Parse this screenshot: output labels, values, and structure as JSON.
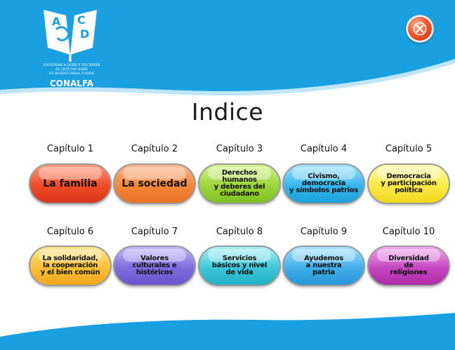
{
  "logo": {
    "letters": [
      "A",
      "B",
      "C",
      "D"
    ],
    "tagline": [
      "ENSEÑAR A LEER Y ESCRIBIR",
      "AL QUE NO SABE",
      "ES BUENO PARA TODOS"
    ],
    "name": "CONALFA"
  },
  "header": {
    "close_icon": "close-x-icon"
  },
  "title": "Indice",
  "colors": {
    "header_blue": "#1a9fe0",
    "close_red": "#e8431f",
    "red": "#f04a28",
    "orange": "#f3863c",
    "green": "#9bd43a",
    "blue": "#37b6ea",
    "yellow": "#fbe94a",
    "gold": "#f9c03a",
    "violet": "#7f6cdc",
    "teal": "#3ec6d8",
    "sky": "#42aee8",
    "purple": "#c548c0"
  },
  "chapters": [
    {
      "label": "Capítulo 1",
      "title": "La familia"
    },
    {
      "label": "Capítulo 2",
      "title": "La sociedad"
    },
    {
      "label": "Capítulo 3",
      "title": "Derechos\nhumanos\ny deberes del\nciudadano"
    },
    {
      "label": "Capítulo 4",
      "title": "Civismo,\ndemocracia\ny símbolos patrios"
    },
    {
      "label": "Capítulo 5",
      "title": "Democracia\ny participación\npolítica"
    },
    {
      "label": "Capítulo 6",
      "title": "La solidaridad,\nla cooperación\ny el bien común"
    },
    {
      "label": "Capítulo 7",
      "title": "Valores\nculturales e\nhistóricos"
    },
    {
      "label": "Capítulo 8",
      "title": "Servicios\nbásicos y nivel\nde vida"
    },
    {
      "label": "Capítulo 9",
      "title": "Ayudemos\na nuestra\npatria"
    },
    {
      "label": "Capítulo 10",
      "title": "Diversidad\nde\nreligiones"
    }
  ]
}
